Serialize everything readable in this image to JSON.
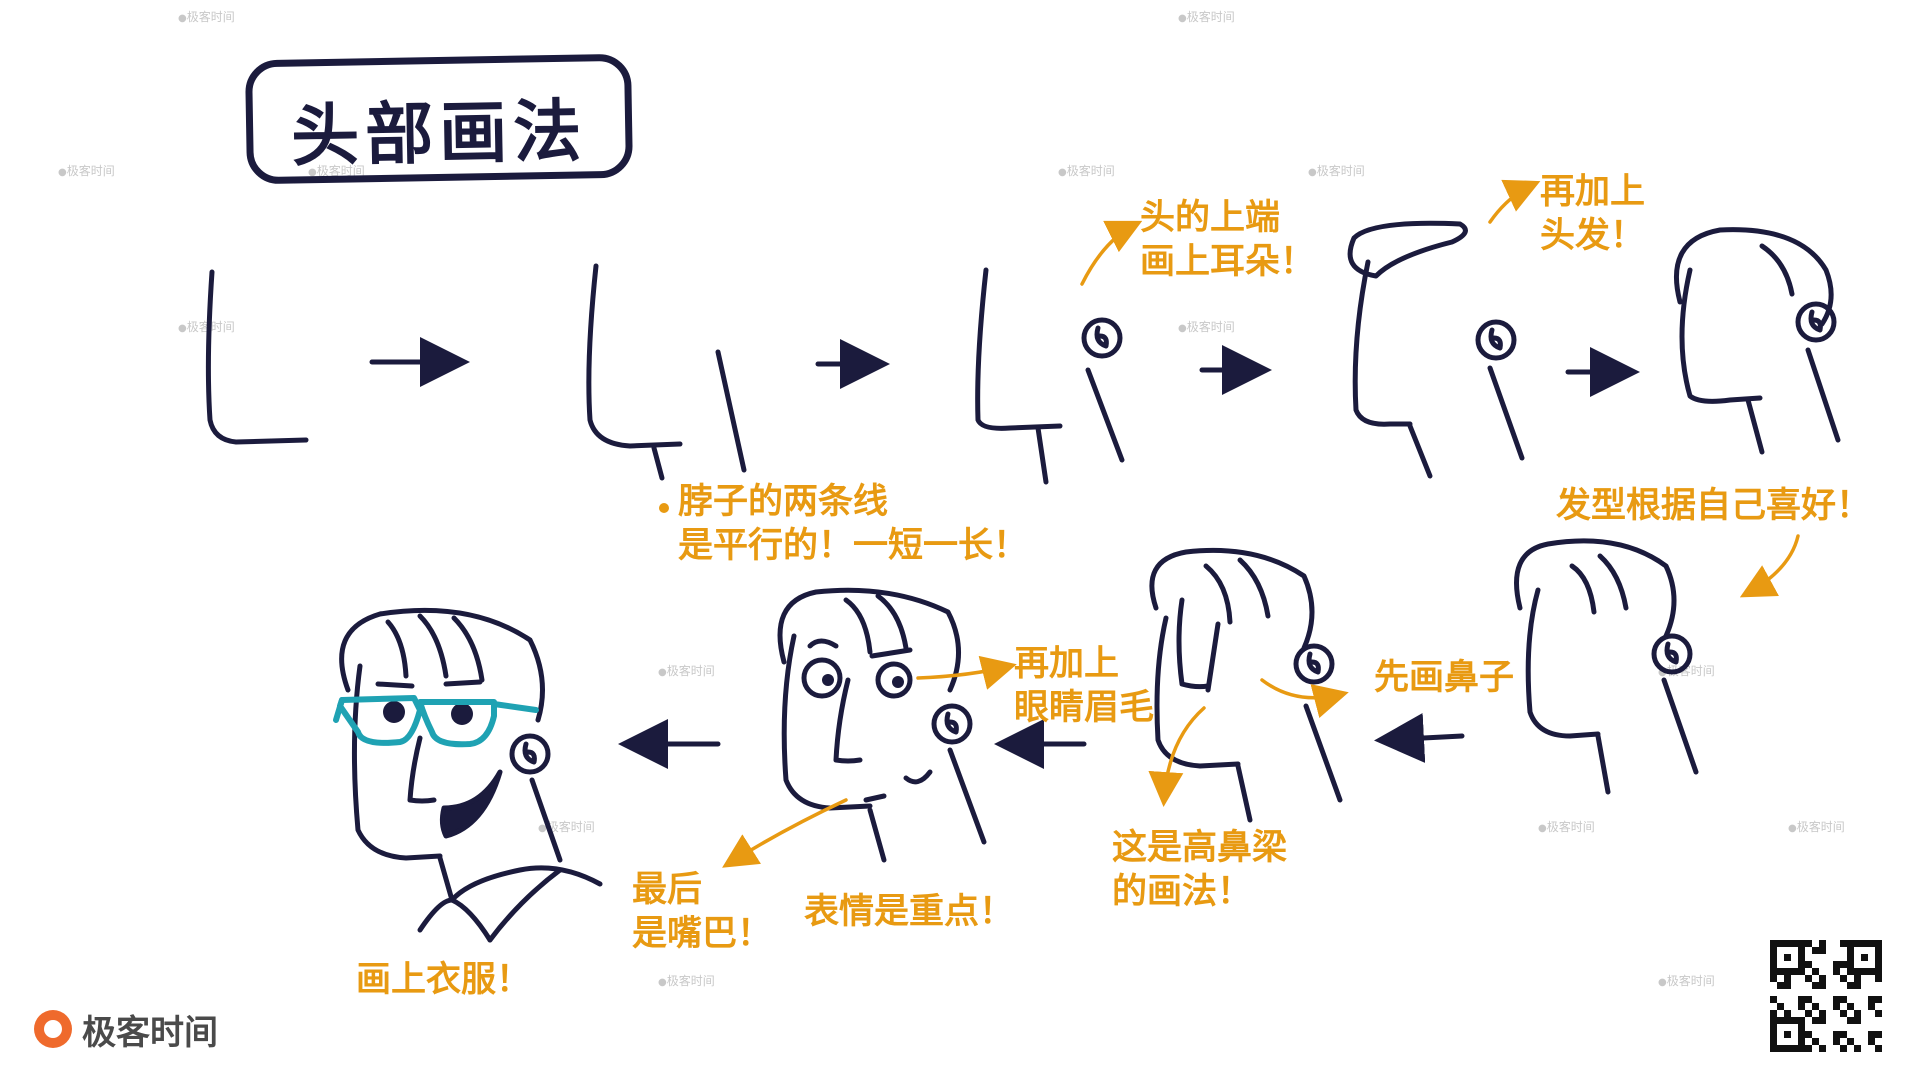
{
  "title": "头部画法",
  "notes": {
    "ear": [
      "头的上端",
      "画上耳朵！"
    ],
    "hair": [
      "再加上",
      "头发！"
    ],
    "neck": [
      "脖子的两条线",
      "是平行的！一短一长！"
    ],
    "hairstyle": [
      "发型根据自己喜好！"
    ],
    "nose": [
      "先画鼻子"
    ],
    "bridge": [
      "这是高鼻梁",
      "的画法！"
    ],
    "eyes": [
      "再加上",
      "眼睛眉毛"
    ],
    "expression": [
      "表情是重点！"
    ],
    "mouth": [
      "最后",
      "是嘴巴！"
    ],
    "clothes": [
      "画上衣服！"
    ]
  },
  "watermark": "极客时间",
  "logo": {
    "text": "极客时间"
  },
  "colors": {
    "ink": "#1b1b3d",
    "note": "#e89a12",
    "glasses": "#1fa2b3",
    "logo": "#ef6a2c"
  },
  "icons": {
    "logo": "geektime-logo-icon",
    "qr": "qr-code-icon"
  }
}
